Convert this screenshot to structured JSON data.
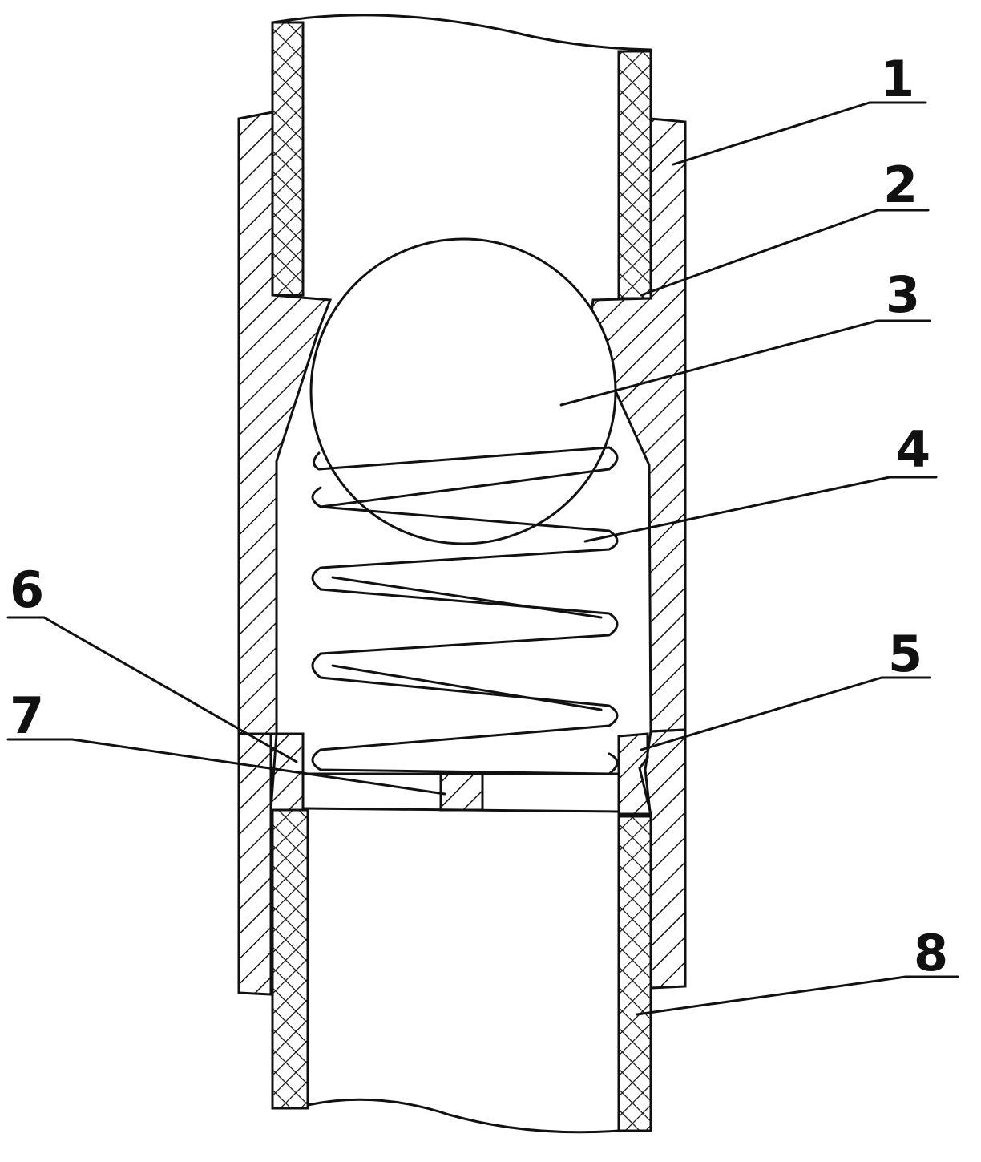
{
  "diagram": {
    "labels": [
      {
        "id": "1",
        "text": "1"
      },
      {
        "id": "2",
        "text": "2"
      },
      {
        "id": "3",
        "text": "3"
      },
      {
        "id": "4",
        "text": "4"
      },
      {
        "id": "5",
        "text": "5"
      },
      {
        "id": "6",
        "text": "6"
      },
      {
        "id": "7",
        "text": "7"
      },
      {
        "id": "8",
        "text": "8"
      }
    ],
    "colors": {
      "ink": "#111111",
      "paper": "#ffffff"
    }
  }
}
